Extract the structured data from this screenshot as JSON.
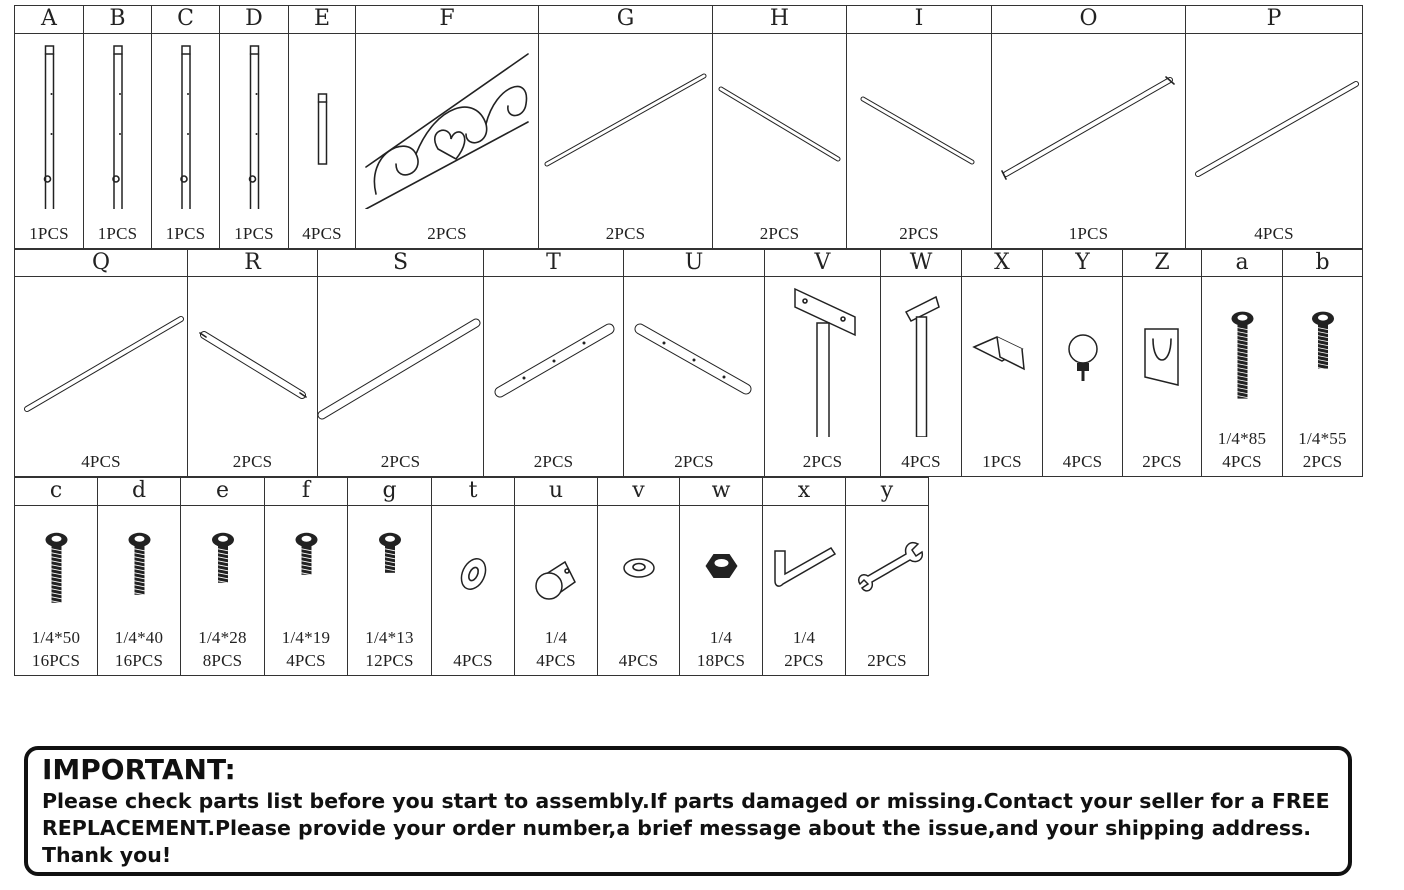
{
  "parts": [
    {
      "letter": "A",
      "qty": "1PCS"
    },
    {
      "letter": "B",
      "qty": "1PCS"
    },
    {
      "letter": "C",
      "qty": "1PCS"
    },
    {
      "letter": "D",
      "qty": "1PCS"
    },
    {
      "letter": "E",
      "qty": "4PCS"
    },
    {
      "letter": "F",
      "qty": "2PCS"
    },
    {
      "letter": "G",
      "qty": "2PCS"
    },
    {
      "letter": "H",
      "qty": "2PCS"
    },
    {
      "letter": "I",
      "qty": "2PCS"
    },
    {
      "letter": "O",
      "qty": "1PCS"
    },
    {
      "letter": "P",
      "qty": "4PCS"
    },
    {
      "letter": "Q",
      "qty": "4PCS"
    },
    {
      "letter": "R",
      "qty": "2PCS"
    },
    {
      "letter": "S",
      "qty": "2PCS"
    },
    {
      "letter": "T",
      "qty": "2PCS"
    },
    {
      "letter": "U",
      "qty": "2PCS"
    },
    {
      "letter": "V",
      "qty": "2PCS"
    },
    {
      "letter": "W",
      "qty": "4PCS"
    },
    {
      "letter": "X",
      "qty": "1PCS"
    },
    {
      "letter": "Y",
      "qty": "4PCS"
    },
    {
      "letter": "Z",
      "qty": "2PCS"
    },
    {
      "letter": "a",
      "size": "1/4*85",
      "qty": "4PCS"
    },
    {
      "letter": "b",
      "size": "1/4*55",
      "qty": "2PCS"
    },
    {
      "letter": "c",
      "size": "1/4*50",
      "qty": "16PCS"
    },
    {
      "letter": "d",
      "size": "1/4*40",
      "qty": "16PCS"
    },
    {
      "letter": "e",
      "size": "1/4*28",
      "qty": "8PCS"
    },
    {
      "letter": "f",
      "size": "1/4*19",
      "qty": "4PCS"
    },
    {
      "letter": "g",
      "size": "1/4*13",
      "qty": "12PCS"
    },
    {
      "letter": "t",
      "qty": "4PCS"
    },
    {
      "letter": "u",
      "size": "1/4",
      "qty": "4PCS"
    },
    {
      "letter": "v",
      "qty": "4PCS"
    },
    {
      "letter": "w",
      "size": "1/4",
      "qty": "18PCS"
    },
    {
      "letter": "x",
      "size": "1/4",
      "qty": "2PCS"
    },
    {
      "letter": "y",
      "qty": "2PCS"
    }
  ],
  "notice": {
    "title": "IMPORTANT:",
    "line1": "Please check parts list before you start to assembly.If parts damaged or missing.Contact your seller for a FREE",
    "line2": "REPLACEMENT.Please provide your order number,a brief message about the issue,and your shipping address.",
    "line3": "Thank you!"
  },
  "icons": {
    "A": "post-icon",
    "B": "post-icon",
    "C": "post-icon",
    "D": "post-icon",
    "E": "short-post-icon",
    "F": "scroll-panel-icon",
    "G": "rod-icon",
    "H": "rod-icon",
    "I": "rod-icon",
    "O": "bar-with-hooks-icon",
    "P": "rod-icon",
    "Q": "rod-icon",
    "R": "slat-bar-icon",
    "S": "rail-icon",
    "T": "perforated-rail-icon",
    "U": "perforated-rail-icon",
    "V": "leg-bracket-icon",
    "W": "leg-icon",
    "X": "u-bracket-icon",
    "Y": "finial-icon",
    "Z": "hook-bracket-icon",
    "a": "long-bolt-icon",
    "b": "bolt-icon",
    "c": "bolt-icon",
    "d": "bolt-icon",
    "e": "bolt-icon",
    "f": "short-bolt-icon",
    "g": "short-bolt-icon",
    "t": "curved-washer-icon",
    "u": "barrel-nut-icon",
    "v": "washer-icon",
    "w": "lock-nut-icon",
    "x": "allen-key-icon",
    "y": "wrench-icon"
  }
}
